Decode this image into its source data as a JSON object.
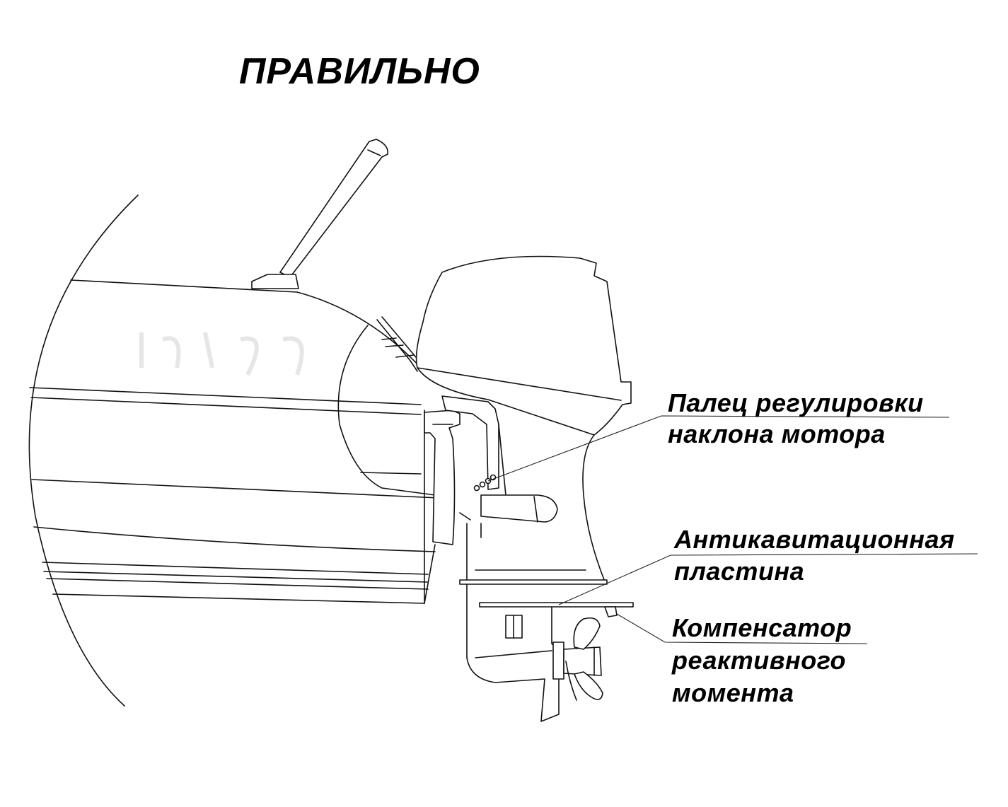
{
  "title": "ПРАВИЛЬНО",
  "callouts": {
    "trim_pin": {
      "line1": "Палец регулировки",
      "line2": "наклона мотора"
    },
    "anti_cavitation_plate": {
      "line1": "Антикавитационная",
      "line2": "пластина"
    },
    "trim_tab": {
      "line1": "Компенсатор",
      "line2": "реактивного",
      "line3": "момента"
    }
  }
}
